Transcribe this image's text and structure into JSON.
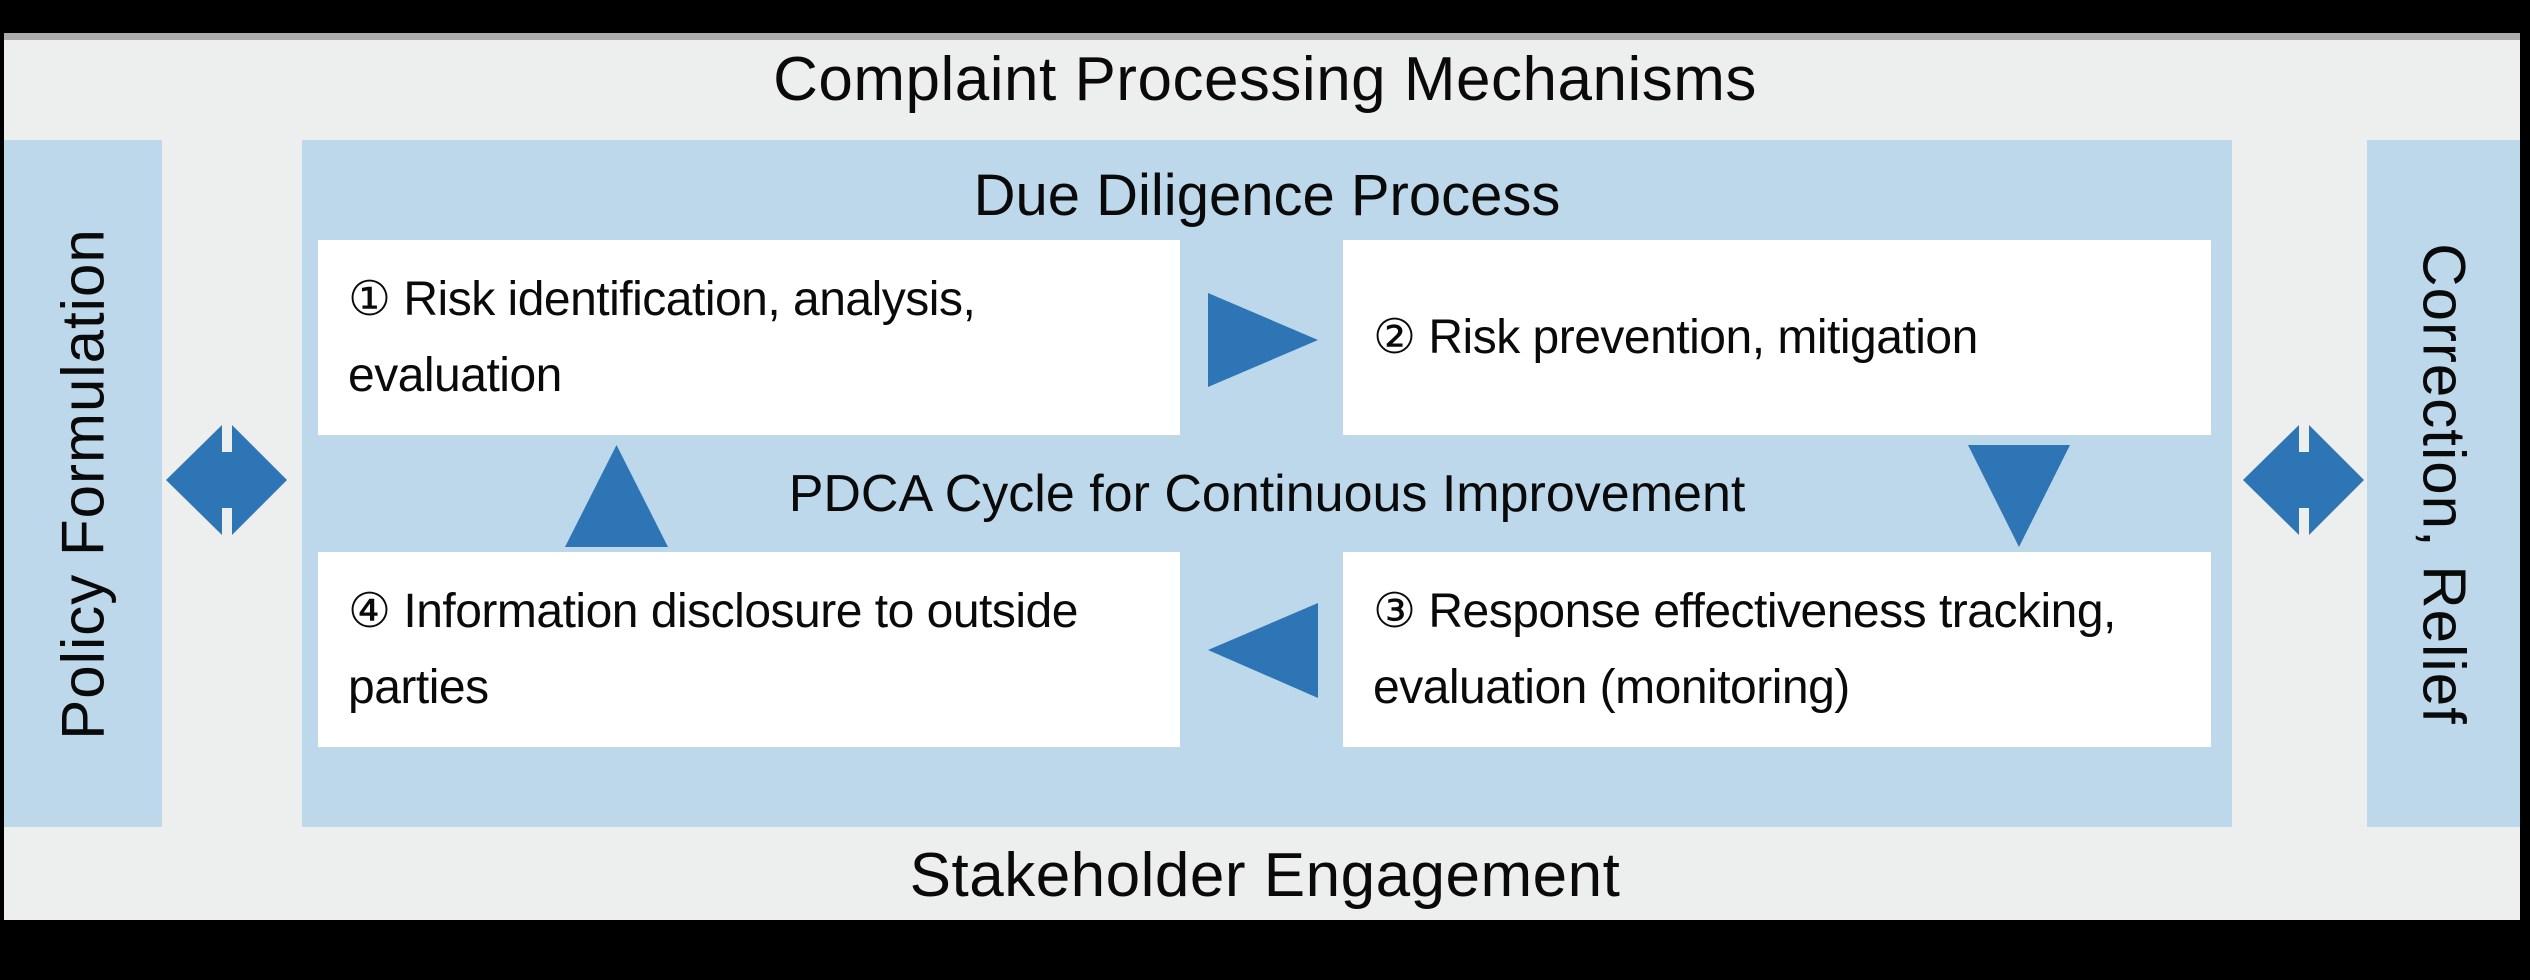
{
  "titles": {
    "main": "Complaint Processing Mechanisms",
    "bottom": "Stakeholder Engagement"
  },
  "side_bars": {
    "left_label": "Policy Formulation",
    "right_label": "Correction, Relief"
  },
  "process_panel": {
    "title": "Due Diligence Process",
    "pdca_label": "PDCA Cycle for Continuous Improvement"
  },
  "boxes": [
    {
      "id": "step-1",
      "lines": [
        "① Risk identification, analysis,",
        "evaluation"
      ]
    },
    {
      "id": "step-2",
      "lines": [
        "② Risk prevention, mitigation"
      ]
    },
    {
      "id": "step-3",
      "lines": [
        "③ Response effectiveness tracking,",
        "evaluation (monitoring)"
      ]
    },
    {
      "id": "step-4",
      "lines": [
        "④ Information disclosure to outside",
        "parties"
      ]
    }
  ],
  "icons": {
    "arrow_step1_to_step2": "right-triangle-arrow",
    "arrow_step2_to_step3": "down-triangle-arrow",
    "arrow_step3_to_step4": "left-triangle-arrow",
    "arrow_step4_to_step1": "up-triangle-arrow",
    "left_exchange": "left-right-double-arrow",
    "right_exchange": "left-right-double-arrow"
  },
  "colors": {
    "accent_blue": "#2E75B6",
    "panel_blue": "#BDD7EB",
    "background_gray": "#EDEEEE",
    "divider_gray": "#ABABAB",
    "frame_black": "#000000",
    "box_white": "#FFFFFF",
    "text_black": "#0A0A0A"
  }
}
